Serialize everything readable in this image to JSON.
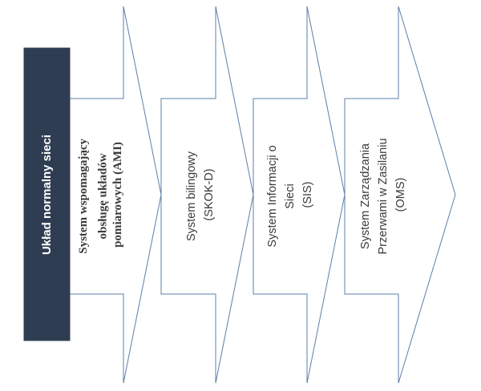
{
  "diagram": {
    "start_box": {
      "label": "Układ normalny sieci",
      "color": "#2f3d52"
    },
    "steps": [
      {
        "lines": [
          "System wspomagający",
          "obsługę układów",
          "pomiarowych (AMI)"
        ]
      },
      {
        "lines": [
          "System bilingowy",
          "(SKOK-D)"
        ]
      },
      {
        "lines": [
          "System Informacji o",
          "Sieci",
          "(SIS)"
        ]
      },
      {
        "lines": [
          "System Zarządzania",
          "Przerwami w Zasilaniu",
          "(OMS)"
        ]
      }
    ],
    "colors": {
      "arrow_outline": "#5b7fa8",
      "text": "#3a3a3a"
    }
  }
}
